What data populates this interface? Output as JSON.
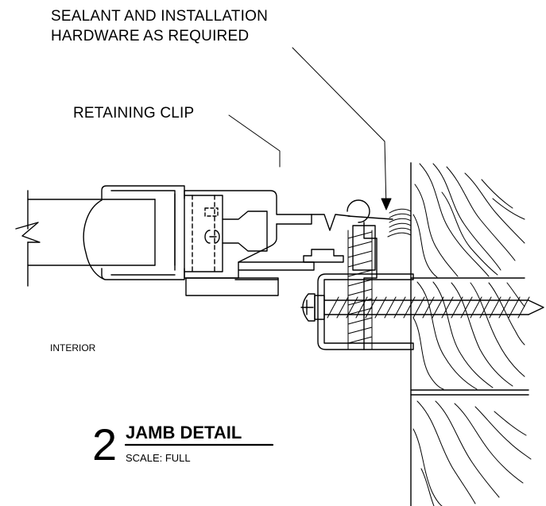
{
  "labels": {
    "sealant_line1": "SEALANT AND INSTALLATION",
    "sealant_line2": "HARDWARE AS REQUIRED",
    "retaining_clip": "RETAINING CLIP",
    "interior": "INTERIOR"
  },
  "title_block": {
    "number": "2",
    "title": "JAMB DETAIL",
    "scale": "SCALE:  FULL"
  }
}
